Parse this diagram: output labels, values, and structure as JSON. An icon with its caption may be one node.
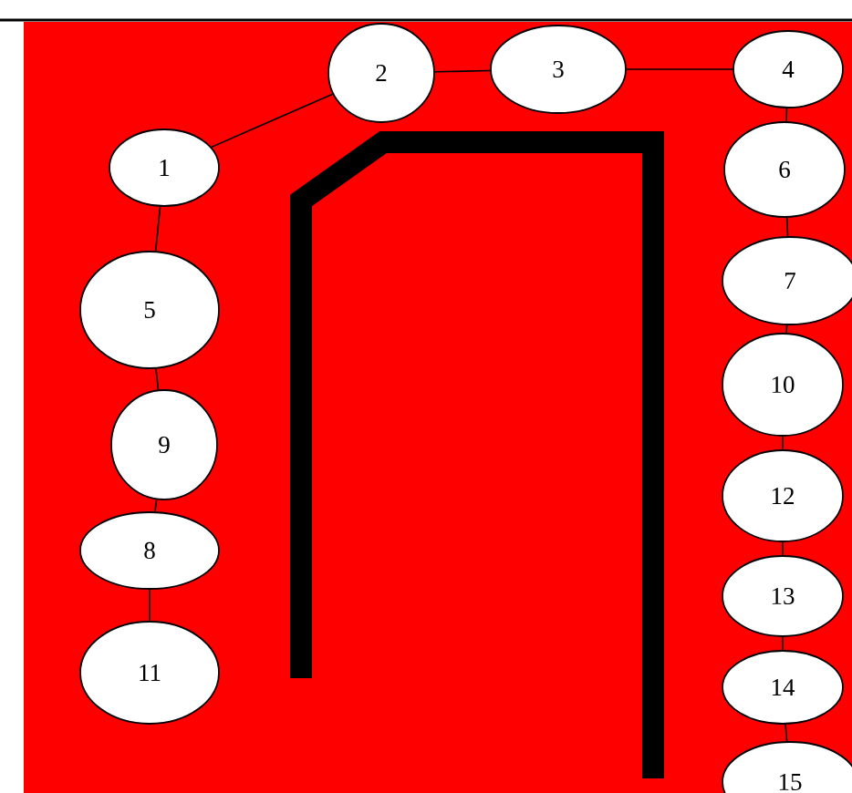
{
  "diagram": {
    "nodes": [
      {
        "text": [
          "1"
        ]
      },
      {
        "text": [
          "2"
        ]
      },
      {
        "text": [
          "3"
        ]
      },
      {
        "text": [
          "4"
        ]
      },
      {
        "text": [
          "5"
        ]
      },
      {
        "text": [
          "6"
        ]
      },
      {
        "text": [
          "7"
        ]
      },
      {
        "text": [
          "8"
        ]
      },
      {
        "text": [
          "9"
        ]
      },
      {
        "text": [
          "10"
        ]
      },
      {
        "text": [
          "11"
        ]
      },
      {
        "text": [
          "12"
        ]
      },
      {
        "text": [
          "13"
        ]
      },
      {
        "text": [
          "14"
        ]
      },
      {
        "text": [
          "15"
        ]
      }
    ],
    "edges": [
      {
        "from": 0,
        "to": 1,
        "arrow": "none"
      },
      {
        "from": 1,
        "to": 2,
        "arrow": "none"
      },
      {
        "from": 2,
        "to": 3,
        "arrow": "none"
      },
      {
        "from": 0,
        "to": 4,
        "arrow": "none"
      },
      {
        "from": 4,
        "to": 8,
        "arrow": "none"
      },
      {
        "from": 8,
        "to": 7,
        "arrow": "none"
      },
      {
        "from": 7,
        "to": 10,
        "arrow": "none"
      },
      {
        "from": 3,
        "to": 5,
        "arrow": "none"
      },
      {
        "from": 5,
        "to": 6,
        "arrow": "none"
      },
      {
        "from": 6,
        "to": 9,
        "arrow": "none"
      },
      {
        "from": 9,
        "to": 11,
        "arrow": "none"
      },
      {
        "from": 11,
        "to": 12,
        "arrow": "none"
      },
      {
        "from": 12,
        "to": 13,
        "arrow": "none"
      },
      {
        "from": 13,
        "to": 14,
        "arrow": "none"
      }
    ]
  }
}
